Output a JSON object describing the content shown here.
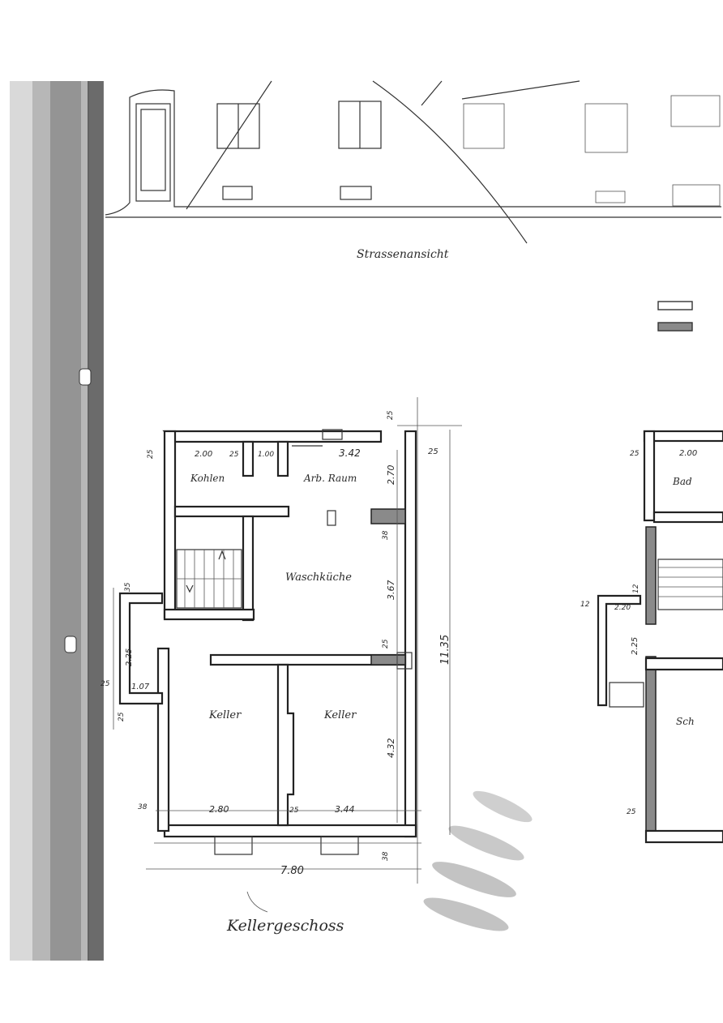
{
  "drawing": {
    "street_view_caption": "Strassenansicht",
    "floor_caption": "Kellergeschoss",
    "rooms": {
      "kohlen": "Kohlen",
      "arb_raum": "Arb. Raum",
      "waschkueche": "Waschküche",
      "keller_left": "Keller",
      "keller_right": "Keller",
      "bad": "Bad",
      "sch": "Sch"
    },
    "dimensions": {
      "d_200_top": "2.00",
      "d_25_a": "25",
      "d_100": "1.00",
      "d_342": "3.42",
      "d_25_top": "25",
      "d_25_right_top": "25",
      "d_270": "2.70",
      "d_38_wash": "38",
      "d_367": "3.67",
      "d_1135": "11.35",
      "d_25_left_top": "25",
      "d_35": "35",
      "d_225_left": "2.25",
      "d_107": "1.07",
      "d_25_left_mid": "25",
      "d_25_left_low": "25",
      "d_25_mid": "25",
      "d_432": "4.32",
      "d_38_left_bottom": "38",
      "d_280": "2.80",
      "d_25_bottom": "25",
      "d_344": "3.44",
      "d_38_bottom": "38",
      "d_780": "7.80",
      "r_200": "2.00",
      "r_25_top": "25",
      "r_12": "12",
      "r_12b": "12",
      "r_220": "2.20",
      "r_225": "2.25",
      "r_25_bottom": "25"
    }
  }
}
